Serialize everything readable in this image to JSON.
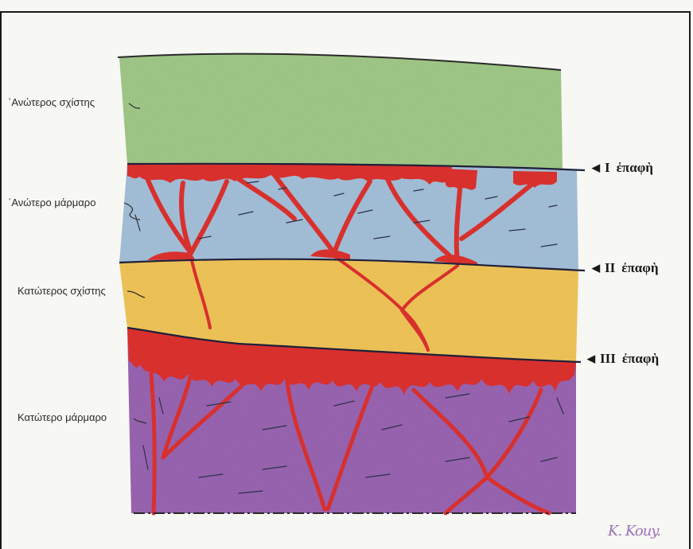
{
  "layers": [
    {
      "name": "upper-schist",
      "label": "᾽Ανώτερος σχίστης",
      "color": "#a3cc8a"
    },
    {
      "name": "upper-marble",
      "label": "᾽Ανώτερο μάρμαρο",
      "color": "#a7c3dd"
    },
    {
      "name": "lower-schist",
      "label": "Κατώτερος σχίστης",
      "color": "#f4c85a"
    },
    {
      "name": "lower-marble",
      "label": "Κατώτερο μάρμαρο",
      "color": "#9c66b4"
    }
  ],
  "contacts": [
    {
      "num": "I",
      "word": "ἐπαφὴ"
    },
    {
      "num": "II",
      "word": "ἐπαφὴ"
    },
    {
      "num": "III",
      "word": "ἐπαφὴ"
    }
  ],
  "vein_color": "#d8302d",
  "signature": "K. Kouy."
}
